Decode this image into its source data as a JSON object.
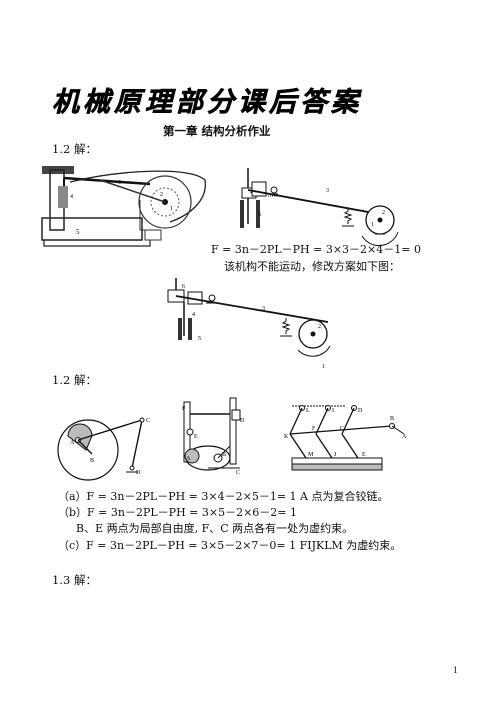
{
  "title": "机械原理部分课后答案",
  "chapter": "第一章   结构分析作业",
  "sections": [
    {
      "label": "1.2   解："
    },
    {
      "label": "1.2   解："
    },
    {
      "label": "1.3   解："
    }
  ],
  "fig1_labels": [
    "1",
    "2",
    "3",
    "4",
    "5"
  ],
  "fig2_labels": [
    "1",
    "2",
    "3",
    "4",
    "5"
  ],
  "formula_1": "F = 3n－2PL－PH = 3×3－2×4－1= 0",
  "note_1": "该机构不能运动，修改方案如下图：",
  "fig3_labels": [
    "1",
    "2",
    "3",
    "4",
    "5",
    "6"
  ],
  "fig4a_labels": [
    "A",
    "B",
    "C",
    "D"
  ],
  "fig4b_labels": [
    "A",
    "B",
    "C",
    "D",
    "E",
    "F"
  ],
  "fig4c_labels": [
    "A",
    "B",
    "C",
    "D",
    "E",
    "F",
    "I",
    "J",
    "K",
    "L",
    "M"
  ],
  "answers": [
    "（a）F = 3n－2PL－PH = 3×4－2×5－1= 1    A 点为复合铰链。",
    "（b）F = 3n－2PL－PH = 3×5－2×6－2= 1",
    "B、E 两点为局部自由度, F、C 两点各有一处为虚约束。",
    "（c）F = 3n－2PL－PH = 3×5－2×7－0= 1      FIJKLM 为虚约束。"
  ],
  "page_number": "1"
}
